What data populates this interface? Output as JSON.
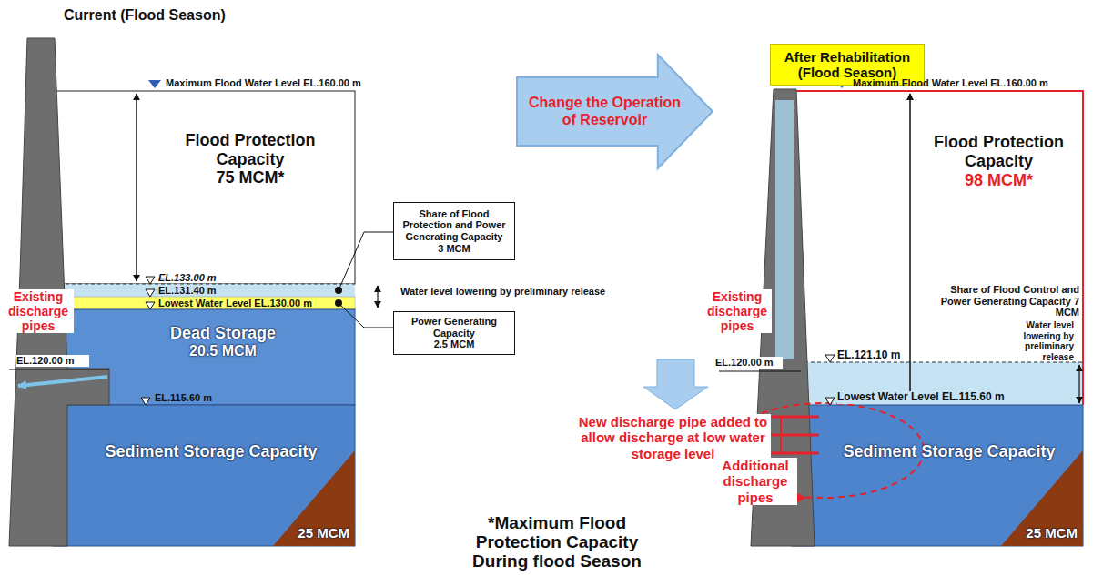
{
  "diagram": {
    "caption": "*Maximum Flood Protection Capacity During flood Season",
    "nodes": [
      {
        "text": [
          "Flood Protection Capacity",
          "75 MCM*"
        ]
      },
      {
        "text": [
          "Share of Flood Protection and Power Generating Capacity",
          "3 MCM"
        ]
      },
      {
        "text": [
          "Power Generating Capacity",
          "2.5 MCM"
        ]
      },
      {
        "text": [
          "Dead Storage",
          "20.5 MCM"
        ]
      },
      {
        "text": [
          "Sediment Storage Capacity",
          "25 MCM"
        ]
      },
      {
        "text": [
          "Change the Operation of Reservoir"
        ]
      },
      {
        "text": [
          "After Rehabilitation (Flood Season)"
        ]
      },
      {
        "text": [
          "Flood Protection Capacity",
          "98 MCM*"
        ]
      },
      {
        "text": [
          "Sediment Storage Capacity",
          "25 MCM"
        ]
      }
    ],
    "labels": [
      "Current (Flood Season)",
      "Maximum Flood Water Level EL.160.00 m",
      "EL.133.00 m",
      "EL.131.40 m",
      "Lowest Water Level EL.130.00 m",
      "Water level lowering by preliminary release",
      "Existing discharge pipes",
      "EL.120.00 m",
      "EL.115.60 m",
      "Maximum Flood Water Level EL.160.00 m",
      "Share of Flood Control and Power Generating Capacity 7 MCM",
      "Existing discharge pipes",
      "EL.120.00 m",
      "EL.121.10 m",
      "Water level lowering by preliminary release",
      "Lowest Water Level EL.115.60 m",
      "New discharge pipe added to allow discharge at low water storage level",
      "Additional discharge pipes"
    ]
  }
}
